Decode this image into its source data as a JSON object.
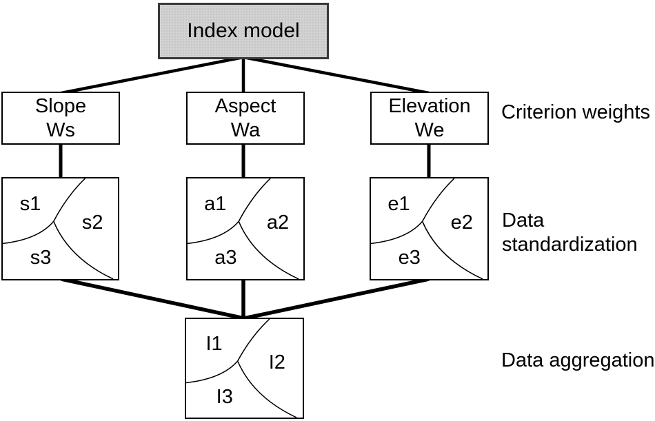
{
  "root": {
    "label": "Index model"
  },
  "criteria": [
    {
      "line1": "Slope",
      "line2": "Ws"
    },
    {
      "line1": "Aspect",
      "line2": "Wa"
    },
    {
      "line1": "Elevation",
      "line2": "We"
    }
  ],
  "maps": [
    {
      "regions": [
        "s1",
        "s2",
        "s3"
      ]
    },
    {
      "regions": [
        "a1",
        "a2",
        "a3"
      ]
    },
    {
      "regions": [
        "e1",
        "e2",
        "e3"
      ]
    }
  ],
  "aggregation": {
    "regions": [
      "I1",
      "I2",
      "I3"
    ]
  },
  "row_labels": {
    "criterion_weights": "Criterion weights",
    "data_standardization": "Data standardization",
    "data_aggregation": "Data aggregation"
  },
  "colors": {
    "background": "#ffffff",
    "root_fill": "#d2d2d2",
    "root_border": "#383838",
    "box_border": "#000000",
    "line": "#000000",
    "text": "#000000"
  }
}
